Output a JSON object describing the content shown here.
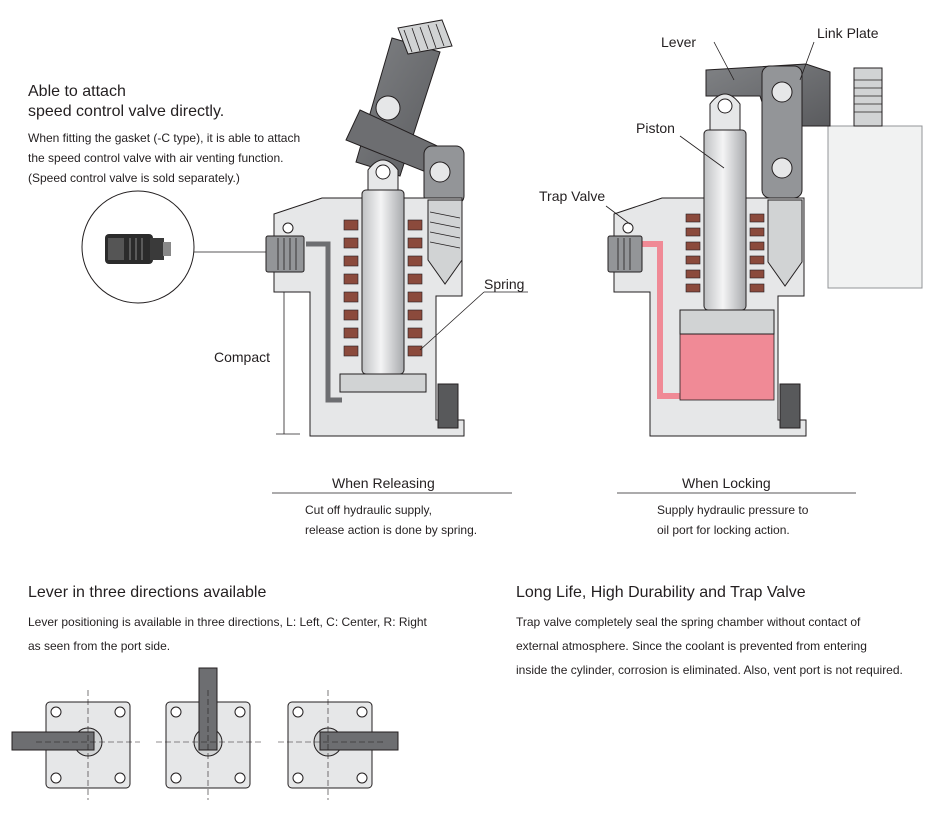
{
  "speed_valve": {
    "heading_line1": "Able to attach",
    "heading_line2": "speed control valve directly.",
    "desc_line1": "When fitting the gasket (-C type), it is able to attach",
    "desc_line2": "the speed control valve with air venting function.",
    "desc_line3": "(Speed control valve is sold separately.)"
  },
  "labels": {
    "spring": "Spring",
    "compact": "Compact",
    "lever": "Lever",
    "link_plate": "Link Plate",
    "piston": "Piston",
    "trap_valve": "Trap Valve"
  },
  "releasing": {
    "title": "When Releasing",
    "line1": "Cut off hydraulic supply,",
    "line2": "release action is done by spring."
  },
  "locking": {
    "title": "When Locking",
    "line1": "Supply hydraulic pressure to",
    "line2": "oil port for locking action."
  },
  "lever_dirs": {
    "heading": "Lever in three directions available",
    "line1": "Lever positioning is available in three directions, L: Left, C: Center, R: Right",
    "line2": "as seen from the port side."
  },
  "long_life": {
    "heading": "Long Life, High Durability and Trap Valve",
    "line1": "Trap valve completely seal the spring chamber without contact of",
    "line2": "external atmosphere. Since the coolant is prevented from entering",
    "line3": "inside the cylinder, corrosion is eliminated. Also, vent port is not required."
  },
  "colors": {
    "body_grey": "#e6e7e8",
    "dark_grey": "#6d6e71",
    "spring_brown": "#8b4a3c",
    "oil_pink": "#f08a96",
    "outline": "#231f20"
  }
}
